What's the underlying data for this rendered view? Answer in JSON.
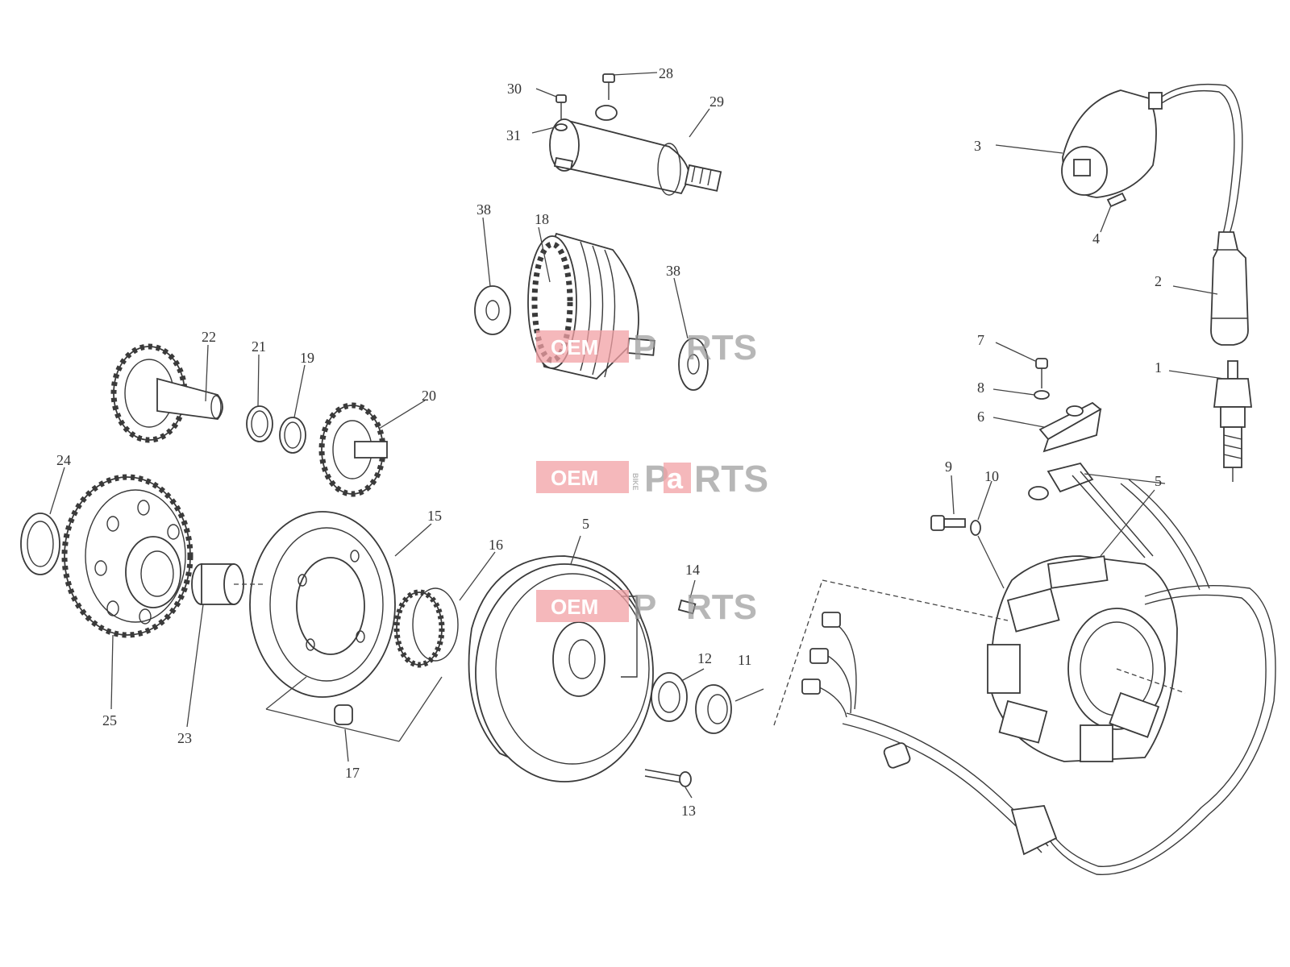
{
  "watermark": {
    "oem": "OEM",
    "bike": "BIKE",
    "parts_p": "P",
    "parts_a": "a",
    "parts_rts": "RTS",
    "color": "#e8464f"
  },
  "callouts": [
    {
      "id": "c1",
      "text": "1"
    },
    {
      "id": "c2",
      "text": "2"
    },
    {
      "id": "c3",
      "text": "3"
    },
    {
      "id": "c4",
      "text": "4"
    },
    {
      "id": "c5a",
      "text": "5"
    },
    {
      "id": "c5b",
      "text": "5"
    },
    {
      "id": "c6",
      "text": "6"
    },
    {
      "id": "c7",
      "text": "7"
    },
    {
      "id": "c8",
      "text": "8"
    },
    {
      "id": "c9",
      "text": "9"
    },
    {
      "id": "c10",
      "text": "10"
    },
    {
      "id": "c11",
      "text": "11"
    },
    {
      "id": "c12",
      "text": "12"
    },
    {
      "id": "c13",
      "text": "13"
    },
    {
      "id": "c14",
      "text": "14"
    },
    {
      "id": "c15",
      "text": "15"
    },
    {
      "id": "c16",
      "text": "16"
    },
    {
      "id": "c17",
      "text": "17"
    },
    {
      "id": "c18",
      "text": "18"
    },
    {
      "id": "c19",
      "text": "19"
    },
    {
      "id": "c20",
      "text": "20"
    },
    {
      "id": "c21",
      "text": "21"
    },
    {
      "id": "c22",
      "text": "22"
    },
    {
      "id": "c23",
      "text": "23"
    },
    {
      "id": "c24",
      "text": "24"
    },
    {
      "id": "c25",
      "text": "25"
    },
    {
      "id": "c28",
      "text": "28"
    },
    {
      "id": "c29",
      "text": "29"
    },
    {
      "id": "c30",
      "text": "30"
    },
    {
      "id": "c31",
      "text": "31"
    },
    {
      "id": "c38a",
      "text": "38"
    },
    {
      "id": "c38b",
      "text": "38"
    }
  ]
}
